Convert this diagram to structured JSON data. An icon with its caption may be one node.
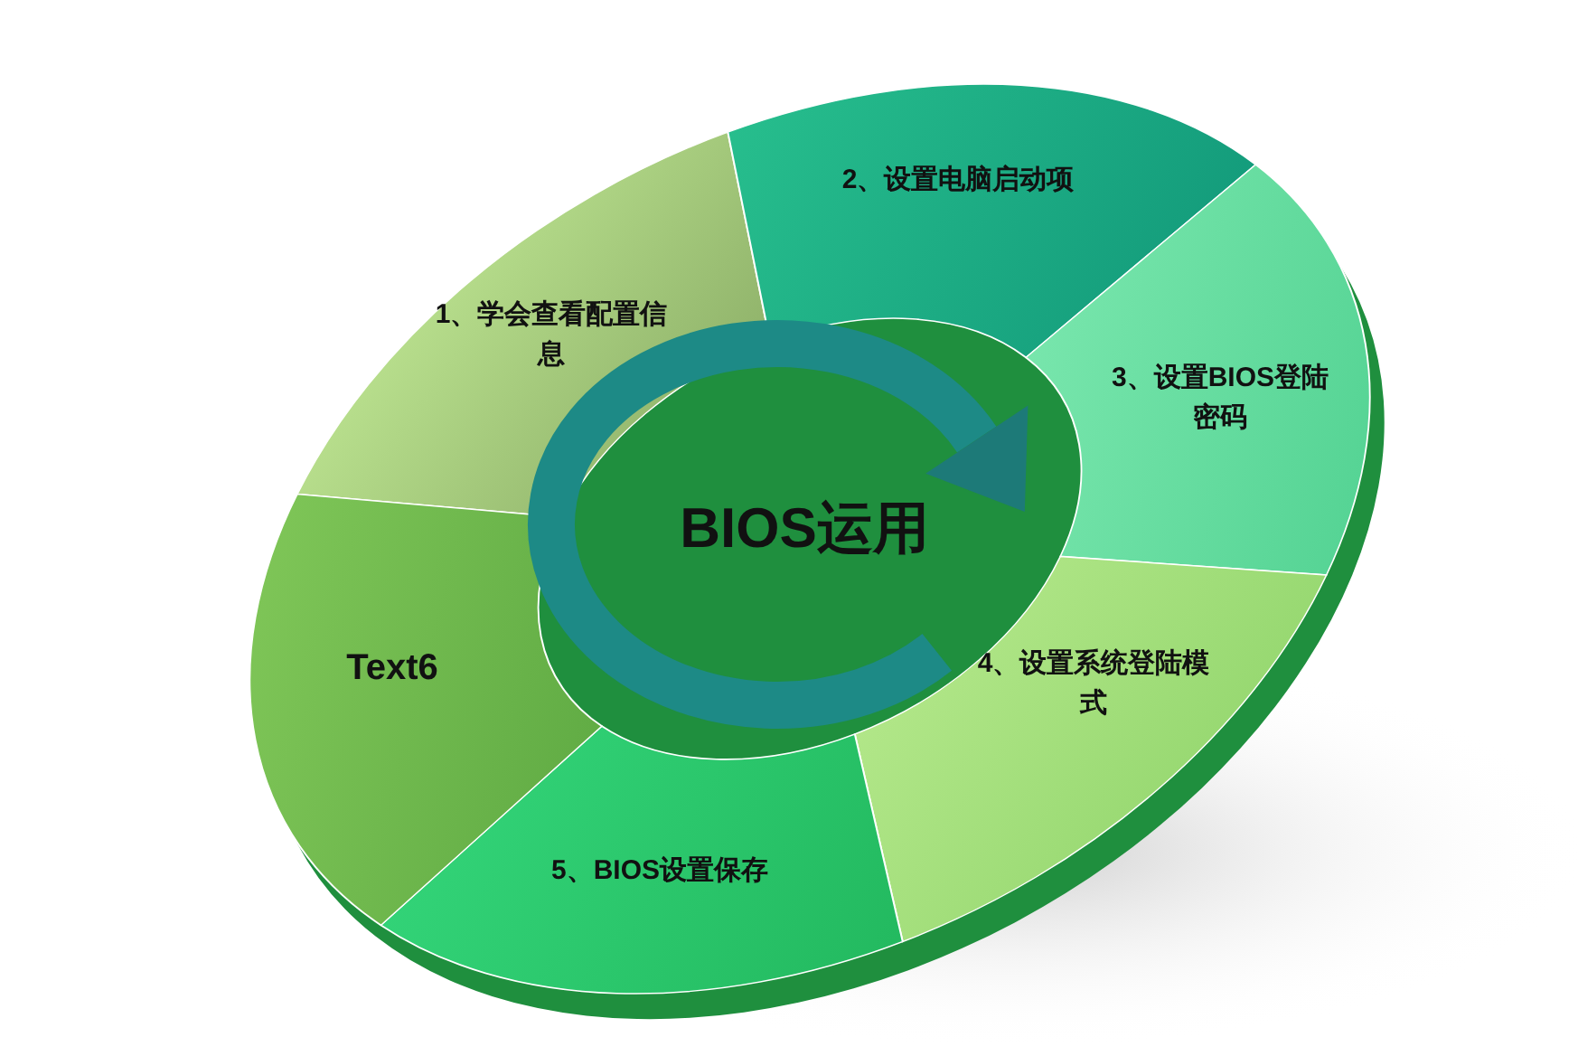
{
  "diagram": {
    "nodes": [
      {
        "text": [
          "BIOS运用"
        ]
      },
      {
        "text": [
          "1、学会查看配置信息"
        ]
      },
      {
        "text": [
          "2、设置电脑启动项"
        ]
      },
      {
        "text": [
          "3、设置BIOS登陆密码"
        ]
      },
      {
        "text": [
          "4、设置系统登陆模式"
        ]
      },
      {
        "text": [
          "5、BIOS设置保存"
        ]
      },
      {
        "text": [
          "Text6"
        ]
      }
    ]
  }
}
